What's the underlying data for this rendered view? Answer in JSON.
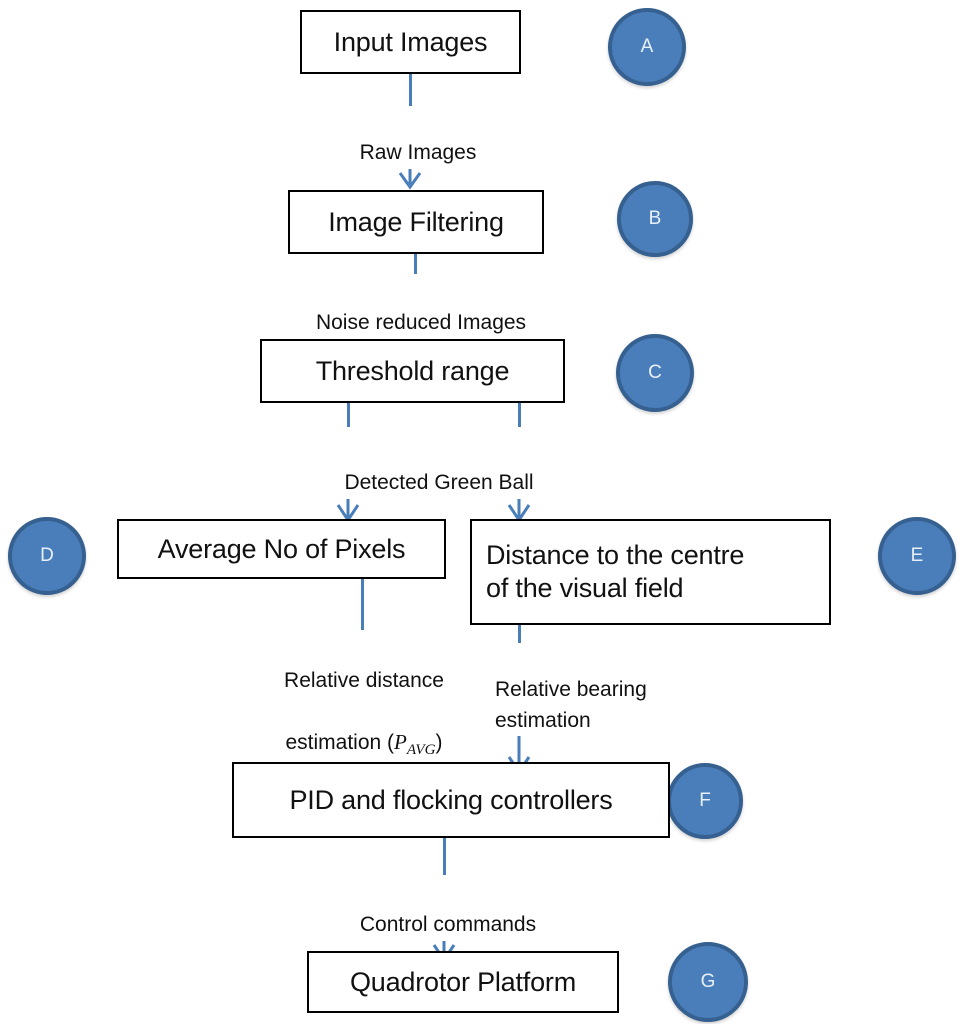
{
  "diagram": {
    "title": "Vision-based quadrotor flocking control pipeline",
    "accent_color": "#4a7ebb",
    "accent_border_color": "#35608f",
    "box_border_color": "#000000",
    "background_color": "#ffffff",
    "text_color": "#111111"
  },
  "nodes": [
    {
      "id": "A",
      "label": "Input Images",
      "marker": "A"
    },
    {
      "id": "B",
      "label": "Image Filtering",
      "marker": "B"
    },
    {
      "id": "C",
      "label": "Threshold range",
      "marker": "C"
    },
    {
      "id": "D",
      "label": "Average No of Pixels",
      "marker": "D"
    },
    {
      "id": "E",
      "label": "Distance to the centre\nof the visual field",
      "marker": "E"
    },
    {
      "id": "F",
      "label": "PID and flocking controllers",
      "marker": "F"
    },
    {
      "id": "G",
      "label": "Quadrotor Platform",
      "marker": "G"
    }
  ],
  "markers": [
    {
      "letter": "A"
    },
    {
      "letter": "B"
    },
    {
      "letter": "C"
    },
    {
      "letter": "D"
    },
    {
      "letter": "E"
    },
    {
      "letter": "F"
    },
    {
      "letter": "G"
    }
  ],
  "edges": [
    {
      "id": "e1",
      "from": "A",
      "to": "B",
      "label": "Raw Images"
    },
    {
      "id": "e2",
      "from": "B",
      "to": "C",
      "label": "Noise reduced Images"
    },
    {
      "id": "e3",
      "from": "C",
      "to": "D",
      "label": "Detected Green Ball"
    },
    {
      "id": "e4",
      "from": "C",
      "to": "E",
      "label": ""
    },
    {
      "id": "e5",
      "from": "D",
      "to": "F",
      "label_line1": "Relative distance",
      "label_line2_pre": "estimation (",
      "label_var": "P",
      "label_sub": "AVG",
      "label_line2_post": ")"
    },
    {
      "id": "e6",
      "from": "E",
      "to": "F",
      "label": "Relative bearing\nestimation"
    },
    {
      "id": "e7",
      "from": "F",
      "to": "G",
      "label": "Control commands"
    }
  ]
}
